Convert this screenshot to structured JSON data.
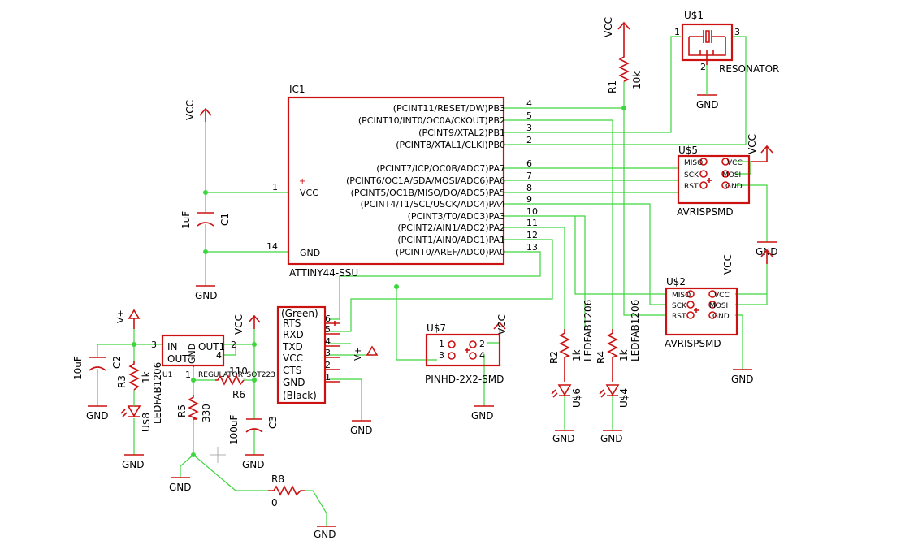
{
  "ic1": {
    "ref": "IC1",
    "value": "ATTINY44-SSU",
    "right_pins": [
      {
        "name": "(PCINT11/RESET/DW)PB3",
        "num": "4"
      },
      {
        "name": "(PCINT10/INT0/OC0A/CKOUT)PB2",
        "num": "5"
      },
      {
        "name": "(PCINT9/XTAL2)PB1",
        "num": "3"
      },
      {
        "name": "(PCINT8/XTAL1/CLKI)PB0",
        "num": "2"
      },
      {
        "name": "(PCINT7/ICP/OC0B/ADC7)PA7",
        "num": "6"
      },
      {
        "name": "(PCINT6/OC1A/SDA/MOSI/ADC6)PA6",
        "num": "7"
      },
      {
        "name": "(PCINT5/OC1B/MISO/DO/ADC5)PA5",
        "num": "8"
      },
      {
        "name": "(PCINT4/T1/SCL/USCK/ADC4)PA4",
        "num": "9"
      },
      {
        "name": "(PCINT3/T0/ADC3)PA3",
        "num": "10"
      },
      {
        "name": "(PCINT2/AIN1/ADC2)PA2",
        "num": "11"
      },
      {
        "name": "(PCINT1/AIN0/ADC1)PA1",
        "num": "12"
      },
      {
        "name": "(PCINT0/AREF/ADC0)PA0",
        "num": "13"
      }
    ],
    "vcc_label": "VCC",
    "vcc_num": "1",
    "gnd_label": "GND",
    "gnd_num": "14"
  },
  "nets": {
    "vcc": "VCC",
    "gnd": "GND",
    "vplus": "V+"
  },
  "c1": {
    "ref": "C1",
    "value": "1uF"
  },
  "c2": {
    "ref": "C2",
    "value": "10uF"
  },
  "c3": {
    "ref": "C3",
    "value": "100uF"
  },
  "r1": {
    "ref": "R1",
    "value": "10k"
  },
  "r2": {
    "ref": "R2",
    "value": "1k"
  },
  "r3": {
    "ref": "R3",
    "value": "1k"
  },
  "r4": {
    "ref": "R4",
    "value": "1k"
  },
  "r5": {
    "ref": "R5",
    "value": "330"
  },
  "r6": {
    "ref": "R6",
    "value": "110"
  },
  "r8": {
    "ref": "R8",
    "value": "0"
  },
  "u1": {
    "ref": "U1",
    "value": "REGULATOR_SOT223",
    "in_label": "IN",
    "out_label": "OUT",
    "out1_label": "OUT1",
    "gnd_label": "GND",
    "pin_in": "3",
    "pin_out": "2",
    "pin_out1": "4",
    "pin_gnd": "1"
  },
  "res": {
    "ref": "U$1",
    "value": "RESONATOR",
    "p1": "1",
    "p2": "2",
    "p3": "3"
  },
  "isp1": {
    "ref": "U$5",
    "value": "AVRISPSMD",
    "miso": "MISO",
    "sck": "SCK",
    "rst": "RST",
    "vcc": "VCC",
    "mosi": "MOSI",
    "gnd": "GND"
  },
  "isp2": {
    "ref": "U$2",
    "value": "AVRISPSMD",
    "miso": "MISO",
    "sck": "SCK",
    "rst": "RST",
    "vcc": "VCC",
    "mosi": "MOSI",
    "gnd": "GND"
  },
  "ftdi": {
    "top": "(Green)",
    "bottom": "(Black)",
    "pins": [
      {
        "name": "RTS",
        "num": "6"
      },
      {
        "name": "RXD",
        "num": "5"
      },
      {
        "name": "TXD",
        "num": "4"
      },
      {
        "name": "VCC",
        "num": "3"
      },
      {
        "name": "CTS",
        "num": "2"
      },
      {
        "name": "GND",
        "num": "1"
      }
    ]
  },
  "pinhd": {
    "ref": "U$7",
    "value": "PINHD-2X2-SMD",
    "p1": "1",
    "p2": "2",
    "p3": "3",
    "p4": "4"
  },
  "leds": {
    "us6": {
      "ref": "U$6",
      "value": "LEDFAB1206"
    },
    "us4": {
      "ref": "U$4",
      "value": "LEDFAB1206"
    },
    "us8": {
      "ref": "U$8",
      "value": "LEDFAB1206"
    }
  }
}
